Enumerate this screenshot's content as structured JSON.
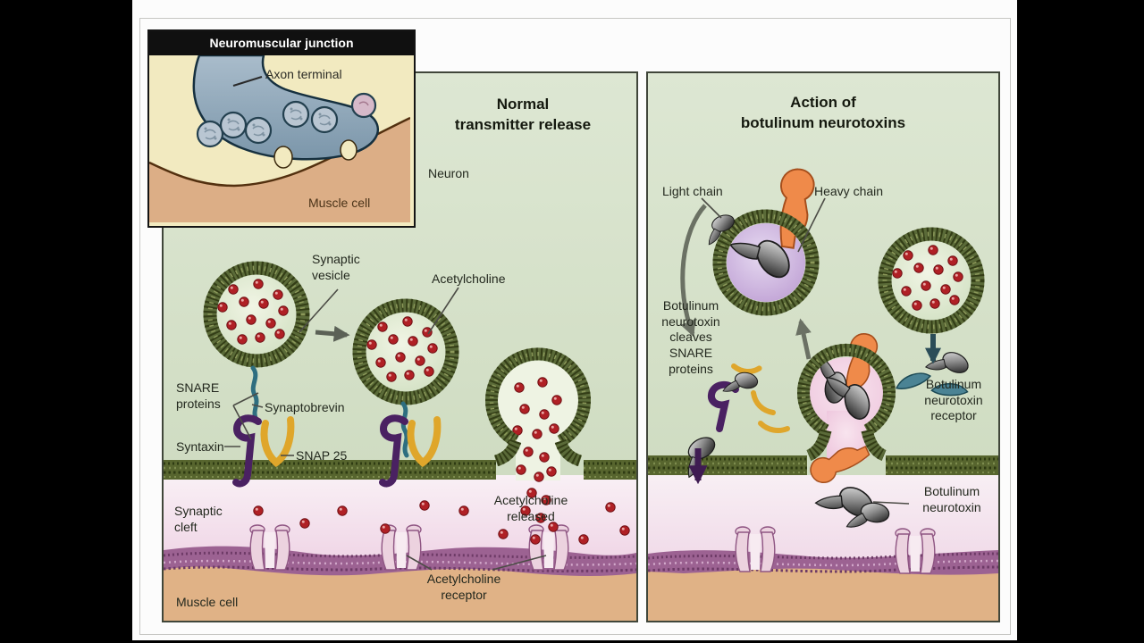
{
  "window": {
    "letterbox_color": "#000000",
    "page_color": "#fcfcfc"
  },
  "inset": {
    "title": "Neuromuscular junction",
    "labels": {
      "axon": "Axon terminal",
      "muscle": "Muscle cell"
    }
  },
  "left_panel": {
    "title_lines": [
      "Normal",
      "transmitter release"
    ],
    "labels": {
      "neuron": "Neuron",
      "synaptic_vesicle": "Synaptic vesicle",
      "acetylcholine": "Acetylcholine",
      "snare_proteins": "SNARE proteins",
      "synaptobrevin": "Synaptobrevin",
      "syntaxin": "Syntaxin",
      "snap25": "SNAP 25",
      "synaptic_cleft": "Synaptic cleft",
      "ach_released": "Acetylcholine released",
      "ach_receptor": "Acetylcholine receptor",
      "muscle_cell": "Muscle cell"
    }
  },
  "right_panel": {
    "title_lines": [
      "Action of",
      "botulinum neurotoxins"
    ],
    "labels": {
      "light_chain": "Light chain",
      "heavy_chain": "Heavy chain",
      "cleaves": "Botulinum neurotoxin cleaves SNARE proteins",
      "receptor": "Botulinum neurotoxin receptor",
      "neurotoxin": "Botulinum neurotoxin"
    }
  },
  "colors": {
    "panel_bg": "#d9e3cc",
    "membrane_green": "#57652e",
    "membrane_purple": "#9c6292",
    "vesicle_ring": "#5a6a38",
    "acetylcholine_red": "#b02025",
    "snap25_yellow": "#dfa62b",
    "syntaxin_purple": "#4a2162",
    "synaptobrevin_teal": "#2e6e80",
    "heavy_chain_orange": "#ef8a4a",
    "toxin_gray": "#3a3a3a",
    "muscle_tan": "#e0b286",
    "cleft_pink": "#f2dcea",
    "inset_yellow": "#f2eac0",
    "axon_blue": "#8fa7ba"
  }
}
